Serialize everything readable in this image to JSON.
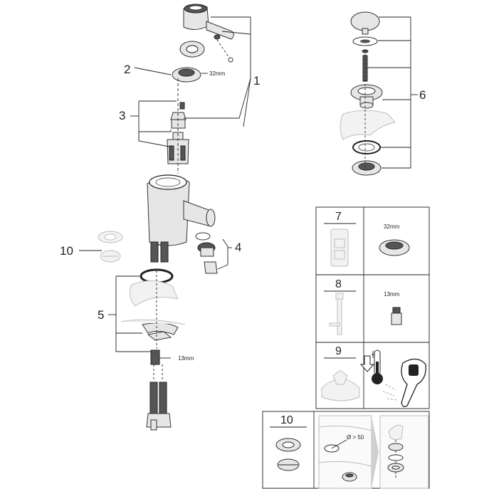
{
  "callouts": {
    "n1": "1",
    "n2": "2",
    "n3": "3",
    "n4": "4",
    "n5": "5",
    "n6": "6",
    "n10": "10"
  },
  "dimensions": {
    "ring_32": "32mm",
    "nut_13": "13mm"
  },
  "tool_table": {
    "row7": {
      "number": "7",
      "size": "32mm"
    },
    "row8": {
      "number": "8",
      "size": "13mm"
    },
    "row9": {
      "number": "9"
    }
  },
  "install_panel": {
    "number": "10",
    "hole_label": "Ø > 50"
  },
  "icons": {
    "thermometer": "thermometer-icon",
    "down_arrow": "down-arrow-icon",
    "water_spray": "water-spray-icon"
  }
}
